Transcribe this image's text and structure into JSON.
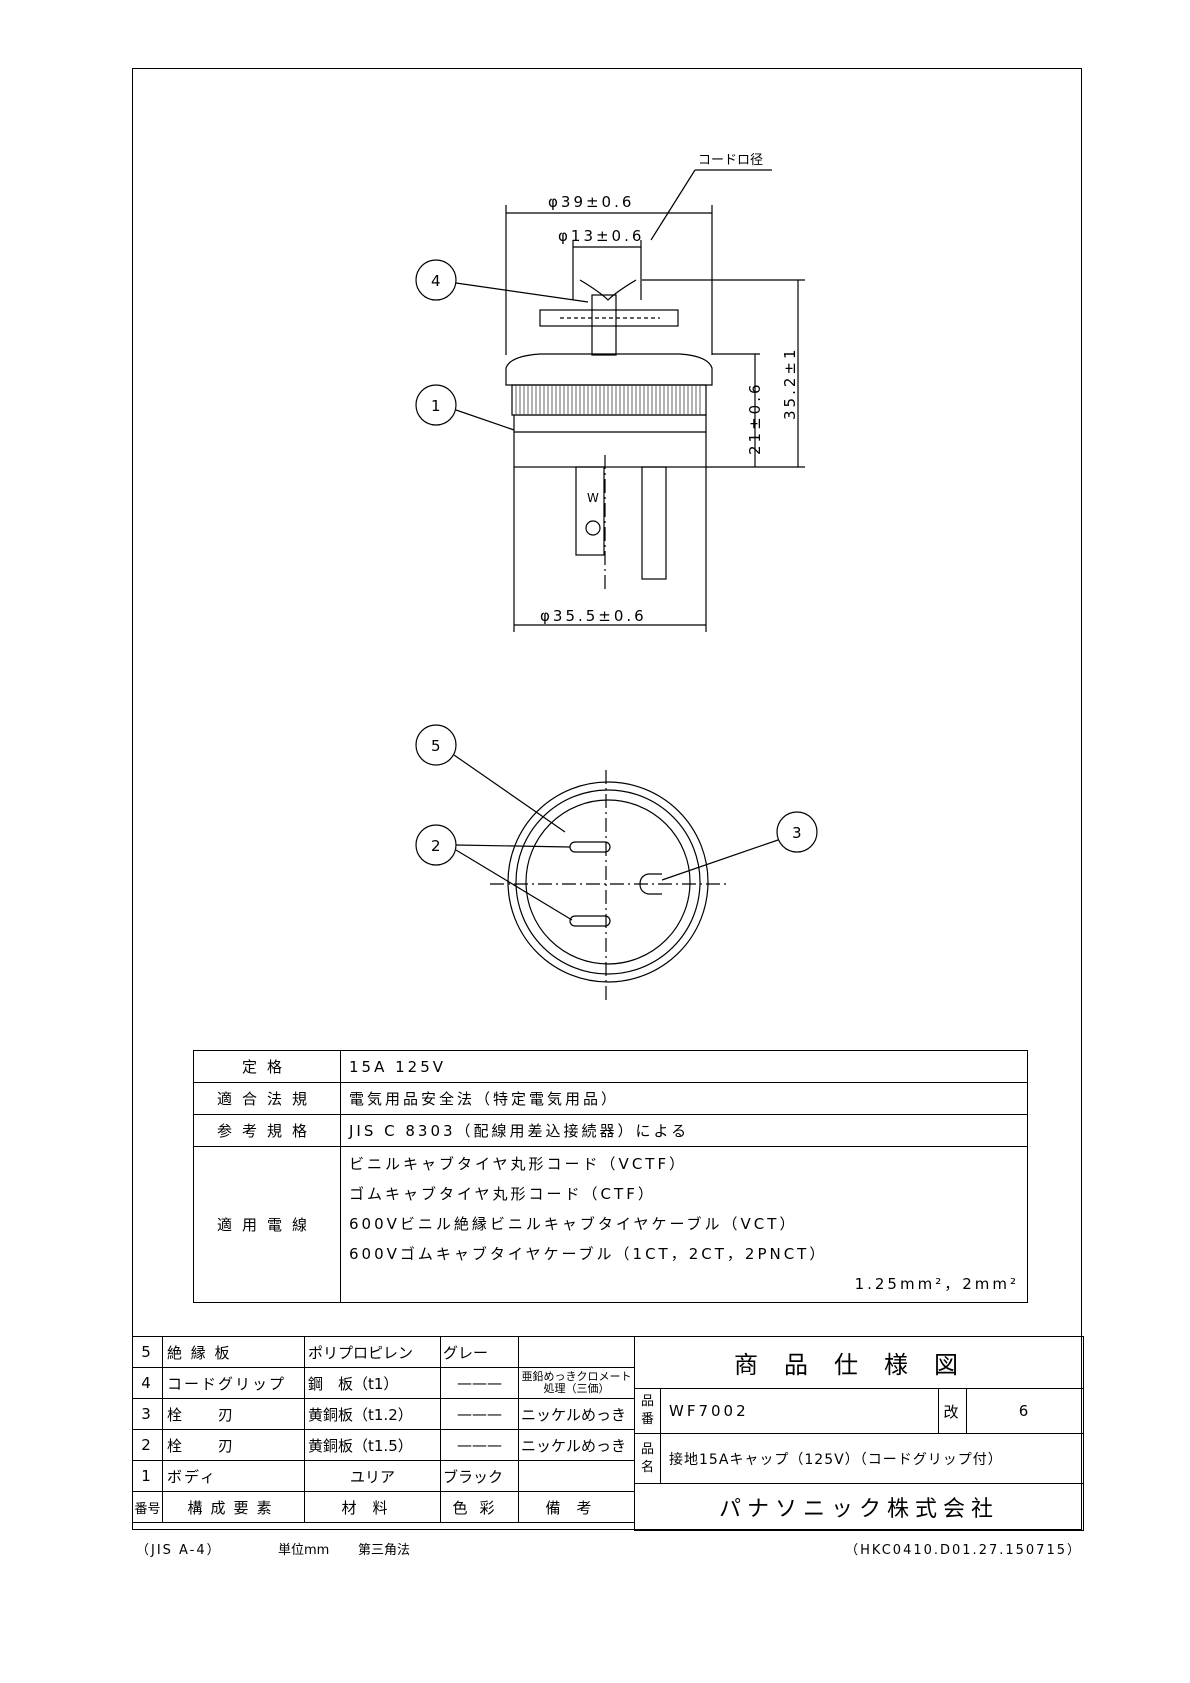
{
  "drawing": {
    "labels": {
      "cord_diameter": "コードロ径",
      "dim_39": "φ39±0.6",
      "dim_13": "φ13±0.6",
      "dim_35_5": "φ35.5±0.6",
      "dim_21": "21±0.6",
      "dim_35_2": "35.2±1",
      "mark_w": "W"
    },
    "balloons": [
      "1",
      "2",
      "3",
      "4",
      "5"
    ]
  },
  "spec": {
    "rows": [
      {
        "label": "定格",
        "value": "15A 125V"
      },
      {
        "label": "適合法規",
        "value": "電気用品安全法（特定電気用品）"
      },
      {
        "label": "参考規格",
        "value": "JIS C 8303（配線用差込接続器）による"
      }
    ],
    "cable": {
      "label": "適用電線",
      "lines": [
        "ビニルキャブタイヤ丸形コード（VCTF）",
        "ゴムキャブタイヤ丸形コード（CTF）",
        "600Vビニル絶縁ビニルキャブタイヤケーブル（VCT）",
        "600Vゴムキャブタイヤケーブル（1CT，2CT，2PNCT）"
      ],
      "size": "1.25mm²，2mm²"
    }
  },
  "parts": {
    "rows": [
      {
        "no": "5",
        "name": "絶 縁 板",
        "material": "ポリプロピレン",
        "color": "グレー",
        "note": ""
      },
      {
        "no": "4",
        "name": "コードグリップ",
        "material": "鋼　板（t1）",
        "color": "———",
        "note": "亜鉛めっきクロメート処理（三価）"
      },
      {
        "no": "3",
        "name": "栓　　刃",
        "material": "黄銅板（t1.2）",
        "color": "———",
        "note": "ニッケルめっき"
      },
      {
        "no": "2",
        "name": "栓　　刃",
        "material": "黄銅板（t1.5）",
        "color": "———",
        "note": "ニッケルめっき"
      },
      {
        "no": "1",
        "name": "ボディ",
        "material": "ユリア",
        "color": "ブラック",
        "note": ""
      }
    ],
    "header": {
      "no": "番号",
      "name": "構成要素",
      "material": "材料",
      "color": "色彩",
      "note": "備考"
    }
  },
  "title_block": {
    "title": "商品仕様図",
    "part_no_label": "品番",
    "part_no": "WF7002",
    "rev_label": "改",
    "rev": "6",
    "name_label": "品名",
    "name": "接地15Aキャップ（125V）（コードグリップ付）",
    "company": "パナソニック株式会社"
  },
  "footer": {
    "paper": "（JIS A-4）",
    "unit": "単位mm",
    "projection": "第三角法",
    "code": "（HKC0410.D01.27.150715）"
  }
}
